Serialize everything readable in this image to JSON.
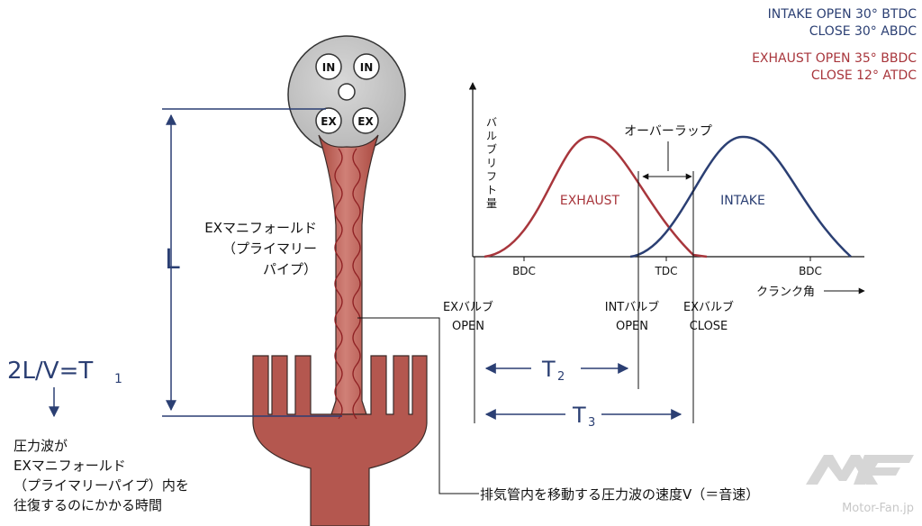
{
  "valve_timing": {
    "intake_open": "INTAKE OPEN 30° BTDC",
    "intake_close": "CLOSE 30° ABDC",
    "exhaust_open": "EXHAUST OPEN 35° BBDC",
    "exhaust_close": "CLOSE 12° ATDC"
  },
  "head": {
    "valves": [
      "IN",
      "IN",
      "EX",
      "EX"
    ]
  },
  "left": {
    "L_label": "L",
    "manifold_line1": "EXマニフォールド",
    "manifold_line2": "（プライマリー",
    "manifold_line3": "パイプ）",
    "formula_main": "2L/V=T",
    "formula_sub": "1",
    "desc_line1": "圧力波が",
    "desc_line2": "EXマニフォールド",
    "desc_line3": "（プライマリーパイプ）内を",
    "desc_line4": "往復するのにかかる時間"
  },
  "chart": {
    "y_axis_label": "バルブリフト量",
    "x_axis_label": "クランク角",
    "overlap_label": "オーバーラップ",
    "exhaust_label": "EXHAUST",
    "intake_label": "INTAKE",
    "ticks": [
      "BDC",
      "TDC",
      "BDC"
    ],
    "markers": {
      "ex_open": [
        "EXバルブ",
        "OPEN"
      ],
      "int_open": [
        "INTバルブ",
        "OPEN"
      ],
      "ex_close": [
        "EXバルブ",
        "CLOSE"
      ]
    },
    "t2_main": "T",
    "t2_sub": "2",
    "t3_main": "T",
    "t3_sub": "3"
  },
  "bottom_caption": "排気管内を移動する圧力波の速度V（＝音速）",
  "watermark": "Motor-Fan.jp",
  "colors": {
    "navy": "#2b3f73",
    "exhaust_red": "#a8363c",
    "intake_blue": "#2b3f73",
    "pipe": "#b85a52"
  }
}
